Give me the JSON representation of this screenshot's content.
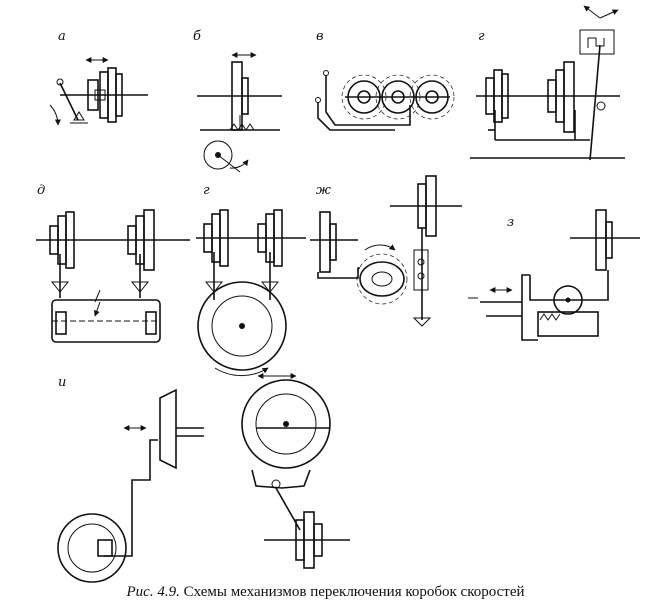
{
  "labels": {
    "a": "а",
    "b": "б",
    "v": "в",
    "g1": "г",
    "d": "д",
    "g2": "г",
    "zh": "ж",
    "z": "з",
    "i": "и"
  },
  "caption": {
    "prefix": "Рис. 4.9.",
    "text": "Схемы механизмов переключения коробок скоростей"
  }
}
